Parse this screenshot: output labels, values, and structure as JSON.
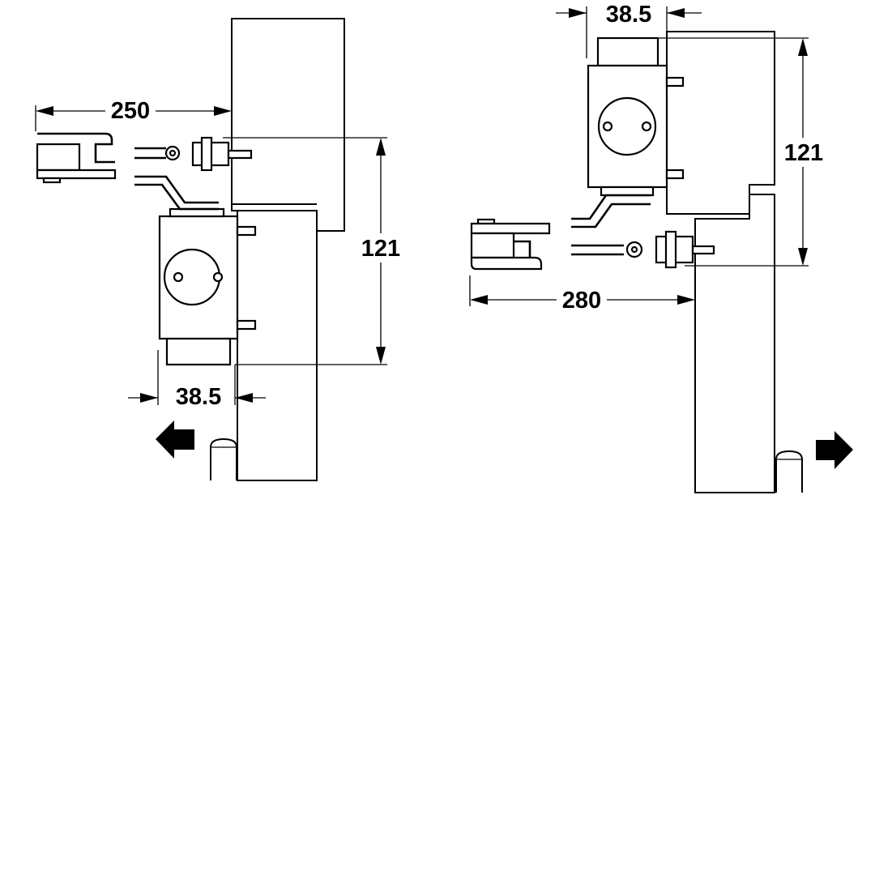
{
  "left_view": {
    "dim_width": "250",
    "dim_height": "121",
    "dim_depth": "38.5",
    "direction_arrow": "arrow-left-icon"
  },
  "right_view": {
    "dim_width": "280",
    "dim_height": "121",
    "dim_depth": "38.5",
    "direction_arrow": "arrow-right-icon"
  },
  "colors": {
    "line": "#000000",
    "background": "#ffffff"
  }
}
